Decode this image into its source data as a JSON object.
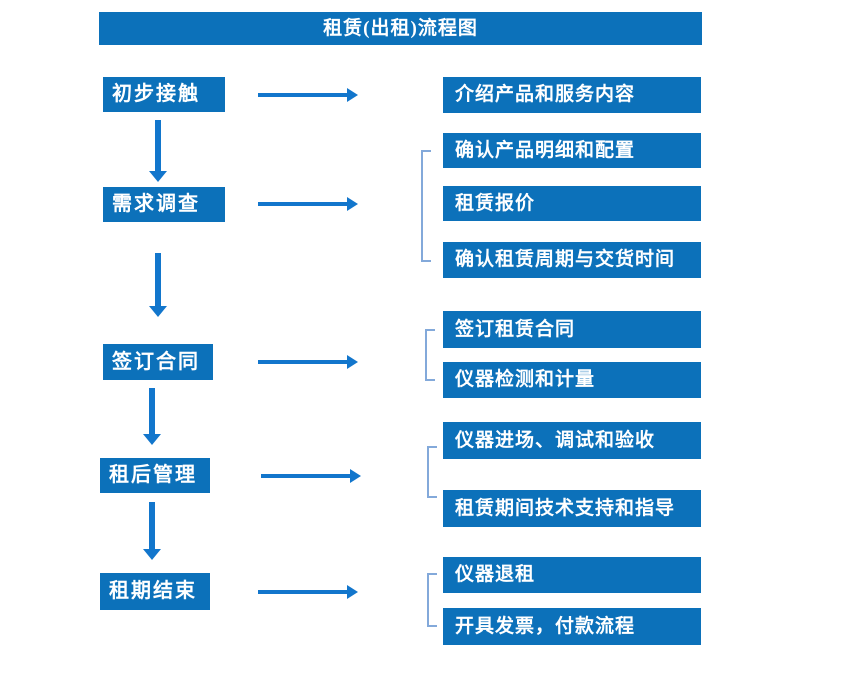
{
  "title": "租赁(出租)流程图",
  "colors": {
    "box_blue": "#0C71BA",
    "arrow_blue": "#1276CC",
    "bracket_blue": "#83A9DA",
    "text_white": "#FFFFFF"
  },
  "groups": [
    {
      "step": "初步接触",
      "items": [
        "介绍产品和服务内容"
      ]
    },
    {
      "step": "需求调查",
      "items": [
        "确认产品明细和配置",
        "租赁报价",
        "确认租赁周期与交货时间"
      ]
    },
    {
      "step": "签订合同",
      "items": [
        "签订租赁合同",
        "仪器检测和计量"
      ]
    },
    {
      "step": "租后管理",
      "items": [
        "仪器进场、调试和验收",
        "租赁期间技术支持和指导"
      ]
    },
    {
      "step": "租期结束",
      "items": [
        "仪器退租",
        "开具发票，付款流程"
      ]
    }
  ]
}
